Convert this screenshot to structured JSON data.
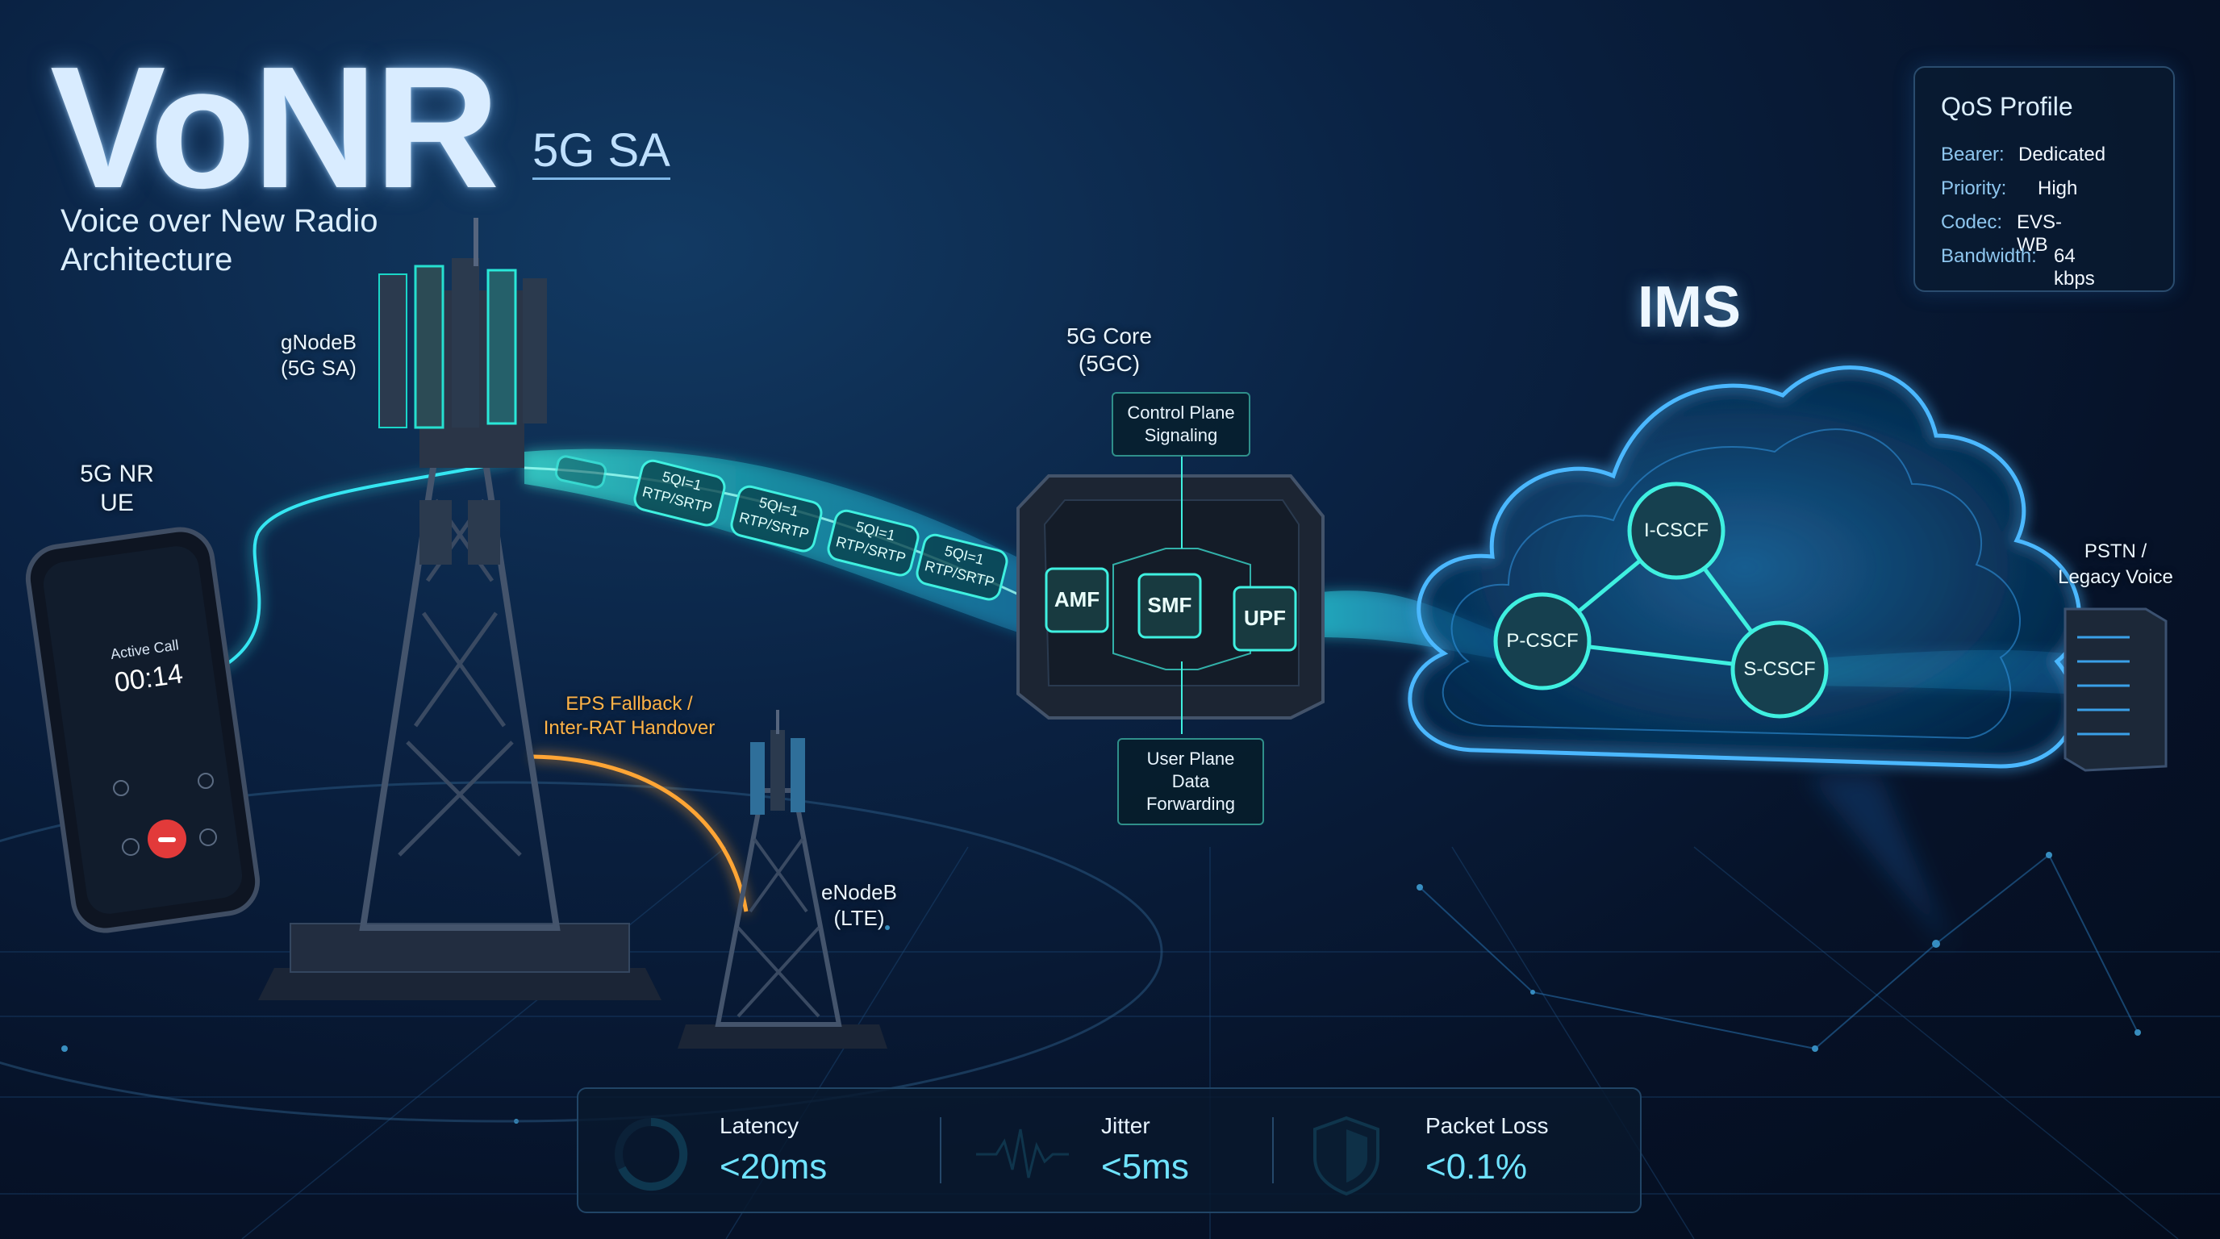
{
  "title": {
    "main": "VoNR",
    "badge": "5G SA",
    "subtitle_line1": "Voice over New Radio",
    "subtitle_line2": "Architecture"
  },
  "nodes": {
    "ue": {
      "line1": "5G NR",
      "line2": "UE"
    },
    "gnodeb": {
      "line1": "gNodeB",
      "line2": "(5G SA)"
    },
    "enodeb": {
      "line1": "eNodeB",
      "line2": "(LTE)"
    },
    "core": {
      "line1": "5G Core",
      "line2": "(5GC)"
    },
    "ims": "IMS",
    "pstn": {
      "line1": "PSTN /",
      "line2": "Legacy Voice"
    }
  },
  "phone": {
    "status": "Active Call",
    "timer": "00:14"
  },
  "fallback": {
    "line1": "EPS Fallback /",
    "line2": "Inter-RAT Handover"
  },
  "packets": [
    {
      "line1": "5QI=1",
      "line2": "RTP/SRTP"
    },
    {
      "line1": "5QI=1",
      "line2": "RTP/SRTP"
    },
    {
      "line1": "5QI=1",
      "line2": "RTP/SRTP"
    },
    {
      "line1": "5QI=1",
      "line2": "RTP/SRTP"
    }
  ],
  "core_functions": {
    "amf": "AMF",
    "smf": "SMF",
    "upf": "UPF"
  },
  "control_plane": {
    "line1": "Control Plane",
    "line2": "Signaling"
  },
  "user_plane": {
    "line1": "User Plane",
    "line2": "Data Forwarding"
  },
  "ims_functions": {
    "icscf": "I-CSCF",
    "pcscf": "P-CSCF",
    "scscf": "S-CSCF"
  },
  "qos": {
    "title": "QoS Profile",
    "rows": [
      {
        "key": "Bearer:",
        "value": "Dedicated"
      },
      {
        "key": "Priority:",
        "value": "High"
      },
      {
        "key": "Codec:",
        "value": "EVS-WB"
      },
      {
        "key": "Bandwidth:",
        "value": "64 kbps"
      }
    ]
  },
  "metrics": [
    {
      "name": "Latency",
      "value": "<20ms"
    },
    {
      "name": "Jitter",
      "value": "<5ms"
    },
    {
      "name": "Packet Loss",
      "value": "<0.1%"
    }
  ],
  "colors": {
    "accent": "#3ff0e0",
    "glow": "#18c8d8",
    "fallback": "#ffa534",
    "metric_value": "#6fe3ff",
    "end_call": "#e23a3a"
  }
}
